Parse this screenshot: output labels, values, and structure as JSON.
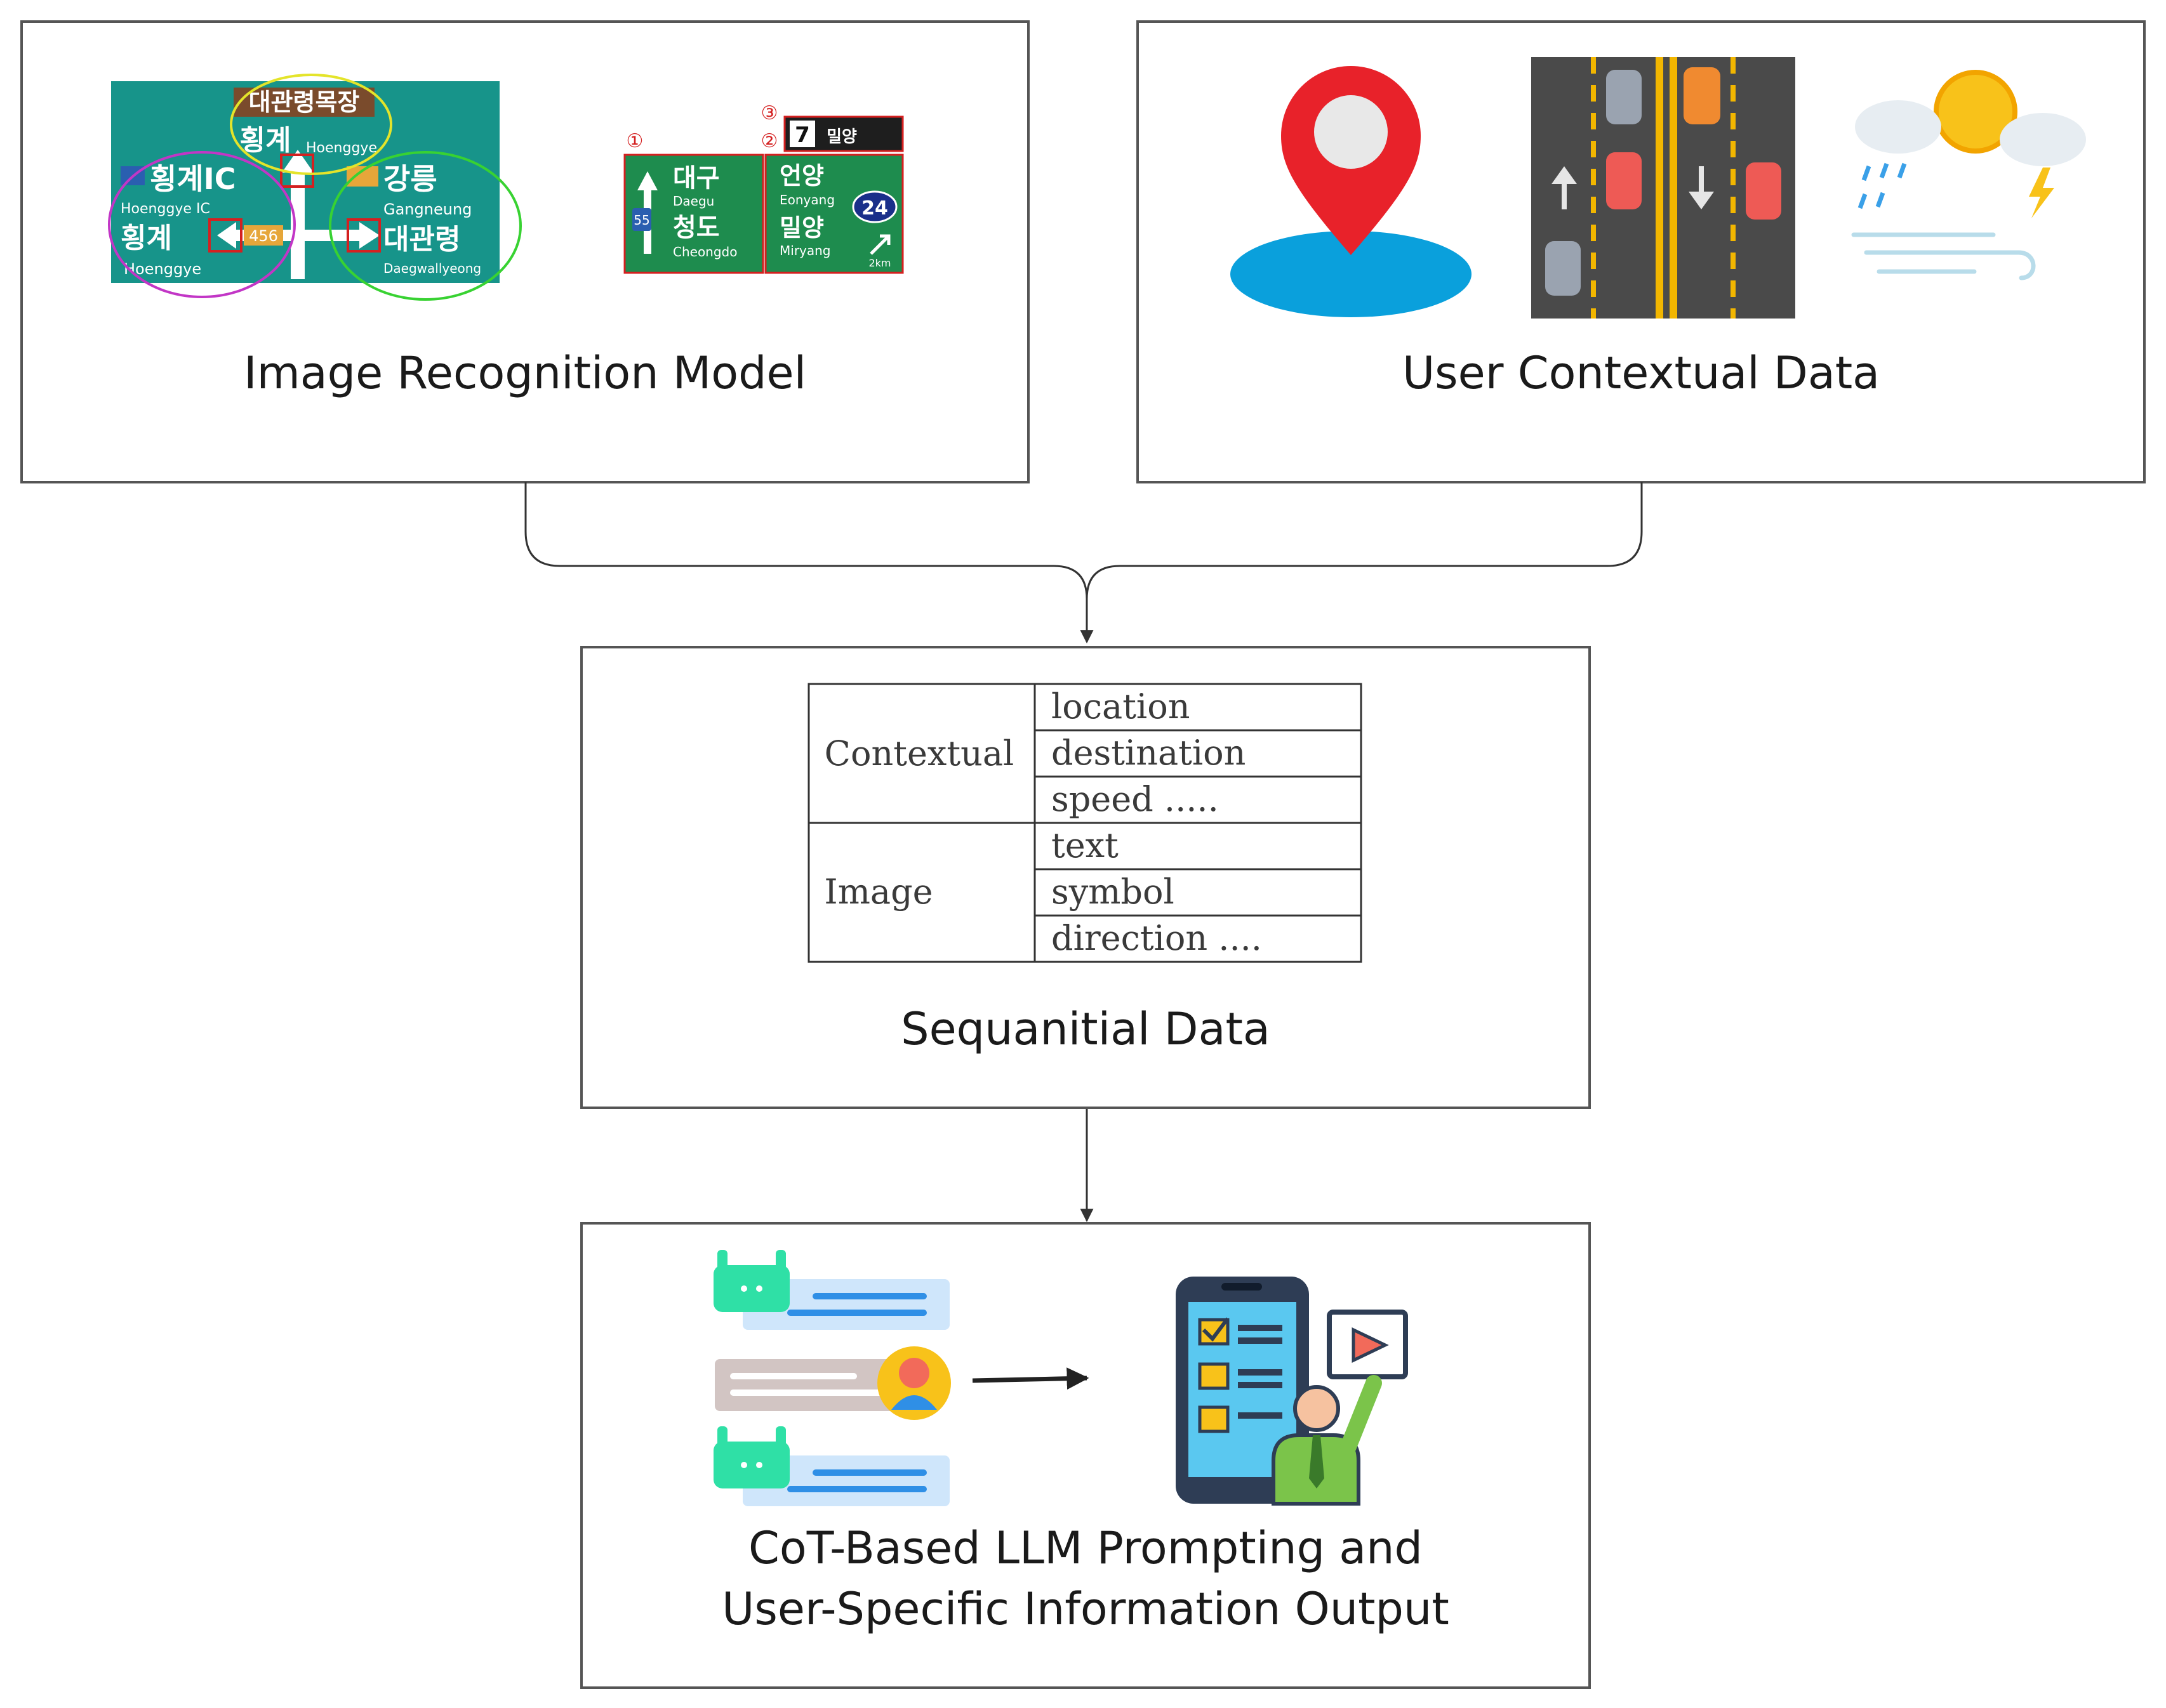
{
  "panels": {
    "image_recognition": {
      "label": "Image Recognition Model"
    },
    "user_context": {
      "label": "User Contextual Data"
    },
    "sequential": {
      "label": "Sequanitial Data"
    },
    "output": {
      "label_line1": "CoT-Based LLM Prompting and",
      "label_line2": "User-Specific Information Output"
    }
  },
  "sign_big": {
    "top_banner": "대관령목장",
    "north_ko": "횡계",
    "north_en": "Hoenggye",
    "left_ic_ko": "횡계IC",
    "left_ic_en": "Hoenggye IC",
    "left_ko": "횡계",
    "left_en": "Hoenggye",
    "left_route": "456",
    "right_ko_1": "강릉",
    "right_en_1": "Gangneung",
    "right_ko_2": "대관령",
    "right_en_2": "Daegwallyeong"
  },
  "sign_small": {
    "marker_1": "①",
    "marker_2": "②",
    "marker_3": "③",
    "exit_no": "7",
    "exit_ko": "밀양",
    "left_ko_1": "대구",
    "left_en_1": "Daegu",
    "left_ko_2": "청도",
    "left_en_2": "Cheongdo",
    "left_route": "55",
    "right_ko_1": "언양",
    "right_en_1": "Eonyang",
    "right_ko_2": "밀양",
    "right_en_2": "Miryang",
    "right_route": "24",
    "dist": "2km"
  },
  "table": {
    "groups": [
      {
        "name": "Contextual",
        "rows": [
          "location",
          "destination",
          "speed ....."
        ]
      },
      {
        "name": "Image",
        "rows": [
          "text",
          "symbol",
          "direction ...."
        ]
      }
    ]
  },
  "colors": {
    "border": "#555555",
    "sign_green": "#1e8c4e",
    "sign_teal": "#17948a",
    "pin_red": "#e8222a",
    "pin_shadow": "#0aa0dc",
    "road_dark": "#4a4a4a",
    "lane_yellow": "#f2b600",
    "bot_green": "#2fe0a6",
    "bubble_blue": "#cfe6fb",
    "phone_navy": "#2e3d55",
    "phone_screen": "#5ac8f0",
    "accent_yellow": "#f8c21a"
  },
  "icons": [
    "location-pin-icon",
    "traffic-road-icon",
    "weather-icon",
    "chatbot-icon",
    "user-avatar-icon",
    "smartphone-presenter-icon"
  ]
}
